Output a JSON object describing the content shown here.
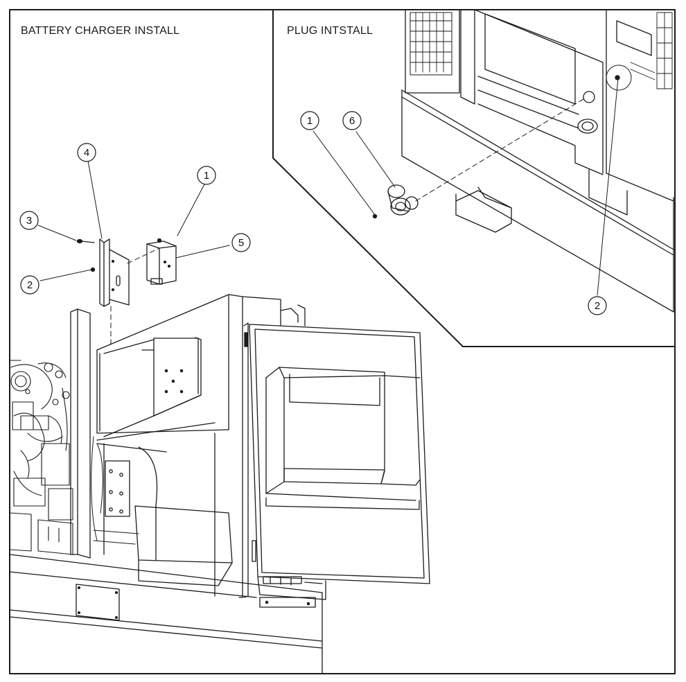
{
  "panels": {
    "battery_charger": {
      "title": "BATTERY CHARGER INSTALL"
    },
    "plug": {
      "title": "PLUG INTSTALL"
    }
  },
  "callouts": {
    "charger_1": "1",
    "charger_2": "2",
    "charger_3": "3",
    "charger_4": "4",
    "charger_5": "5",
    "plug_1": "1",
    "plug_2": "2",
    "plug_6": "6"
  },
  "colors": {
    "line": "#1a1a1a",
    "background": "#ffffff",
    "callout_fill": "#ffffff"
  }
}
